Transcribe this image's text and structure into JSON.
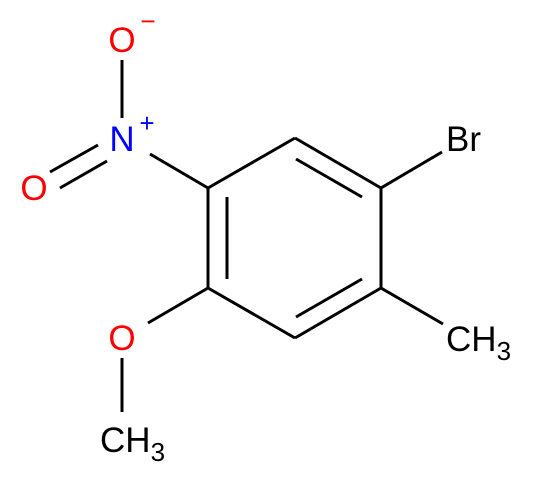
{
  "molecule": {
    "atoms": {
      "bromine": {
        "symbol": "Br",
        "color": "#000000"
      },
      "nitro_nitrogen": {
        "symbol": "N",
        "charge": "+",
        "color": "#0000ff"
      },
      "nitro_oxygen_top": {
        "symbol": "O",
        "charge": "−",
        "color": "#ff0000"
      },
      "nitro_oxygen_left": {
        "symbol": "O",
        "color": "#ff0000"
      },
      "methoxy_oxygen": {
        "symbol": "O",
        "color": "#ff0000"
      },
      "methyl_right": {
        "symbol": "CH",
        "subscript": "3",
        "color": "#000000"
      },
      "methyl_bottom": {
        "symbol": "CH",
        "subscript": "3",
        "color": "#000000"
      }
    },
    "bond_color": "#000000"
  }
}
